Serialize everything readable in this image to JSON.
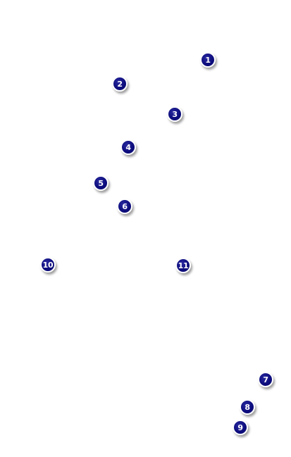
{
  "colors": {
    "background": "#ffffff",
    "marker_fill": "#0d0d7e",
    "marker_border": "#ffffff",
    "marker_text": "#ffffff"
  },
  "markers": [
    {
      "label": "1"
    },
    {
      "label": "2"
    },
    {
      "label": "3"
    },
    {
      "label": "4"
    },
    {
      "label": "5"
    },
    {
      "label": "6"
    },
    {
      "label": "7"
    },
    {
      "label": "8"
    },
    {
      "label": "9"
    },
    {
      "label": "10"
    },
    {
      "label": "11"
    }
  ]
}
